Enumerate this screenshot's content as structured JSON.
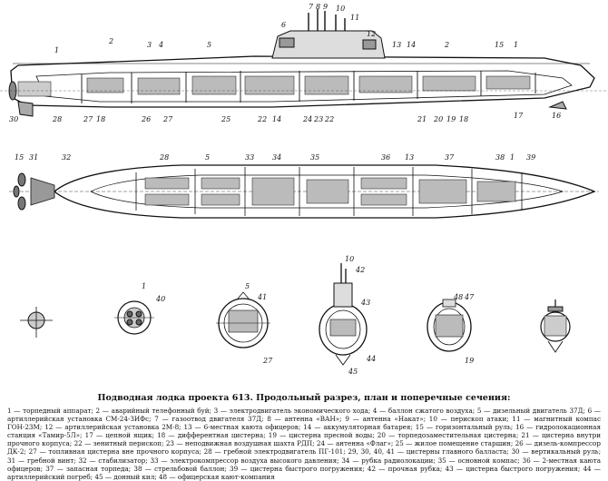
{
  "caption": {
    "title": "Подводная лодка проекта 613. Продольный разрез, план и поперечные сечения:",
    "legend": "1 — торпедный аппарат; 2 — аварийный телефонный буй; 3 — электродвигатель экономического хода; 4 — баллон сжатого воздуха; 5 — дизельный двигатель 37Д; 6 — артиллерийская установка СМ-24-ЗИФс; 7 — газоотвод двигателя 37Д; 8 — антенна «ВАН»; 9 — антенна «Накат»; 10 — перископ атаки; 11 — магнитный компас ГОН-23М; 12 — артиллерийская установка 2М-8; 13 — 6-местная каюта офицеров; 14 — аккумуляторная батарея; 15 — горизонтальный руль; 16 — гидролокационная станция «Тамир-5Л»; 17 — цепной ящик; 18 — дифферентная цистерна; 19 — цистерна пресной воды; 20 — торпедозаместительная цистерна; 21 — цистерна внутри прочного корпуса; 22 — зенитный перископ; 23 — неподвижная воздушная шахта РДП; 24 — антенна «Флаг»; 25 — жилое помещение старшин; 26 — дизель-компрессор ДК-2; 27 — топливная цистерна вне прочного корпуса; 28 — гребной электродвигатель ПГ-101; 29, 30, 40, 41 — цистерны главного балласта; 30 — вертикальный руль; 31 — гребной винт; 32 — стабилизатор; 33 — электрокомпрессор воздуха высокого давления; 34 — рубка радиолокации; 35 — основной компас; 36 — 2-местная каюта офицеров; 37 — запасная торпеда; 38 — стрельбовой баллон; 39 — цистерна быстрого погружения; 42 — прочная рубка; 43 — цистерна быстрого погружения; 44 — артиллерийский погреб; 45 — донный кил; 48 — офицерская кают-компания"
  },
  "callouts_side": [
    "30",
    "28",
    "27",
    "18",
    "26",
    "27",
    "1",
    "2",
    "3",
    "4",
    "5",
    "6",
    "7",
    "8",
    "9",
    "10",
    "11",
    "12",
    "13",
    "14",
    "2",
    "15",
    "1",
    "25",
    "22",
    "14",
    "24",
    "23",
    "22",
    "21",
    "20",
    "19",
    "18",
    "17",
    "16"
  ],
  "callouts_plan": [
    "15",
    "31",
    "32",
    "28",
    "5",
    "33",
    "34",
    "35",
    "36",
    "13",
    "37",
    "38",
    "1",
    "39"
  ],
  "callouts_sections": [
    "1",
    "40",
    "5",
    "41",
    "27",
    "10",
    "42",
    "43",
    "45",
    "44",
    "48",
    "47",
    "19"
  ]
}
